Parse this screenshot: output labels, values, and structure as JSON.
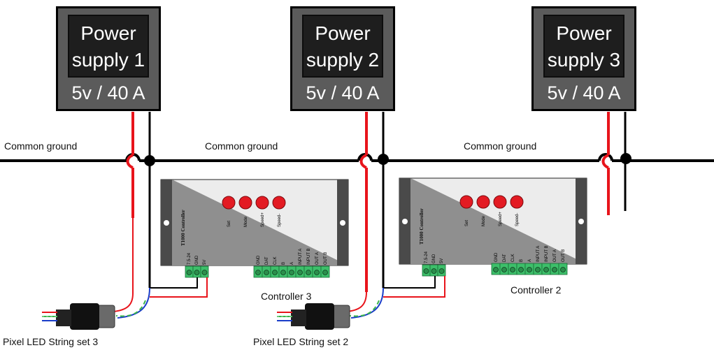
{
  "power_supplies": [
    {
      "line1": "Power",
      "line2": "supply  1",
      "rating": "5v / 40 A"
    },
    {
      "line1": "Power",
      "line2": "supply  2",
      "rating": "5v / 40 A"
    },
    {
      "line1": "Power",
      "line2": "supply  3",
      "rating": "5v / 40 A"
    }
  ],
  "ground_labels": [
    "Common ground",
    "Common ground",
    "Common ground"
  ],
  "controllers": [
    {
      "caption": "Controller 3",
      "title": "T1000 Controller",
      "buttons": [
        "Set",
        "Mode",
        "Speed+",
        "Speed-"
      ],
      "power_pins": [
        "7.5-24",
        "GND",
        "5V"
      ],
      "signal_pins": [
        "GND",
        "DAT",
        "CLK",
        "B",
        "A",
        "INPUT A",
        "INPUT B",
        "OUT A",
        "OUT B"
      ]
    },
    {
      "caption": "Controller 2",
      "title": "T1000 Controller",
      "buttons": [
        "Set",
        "Mode",
        "Speed+",
        "Speed-"
      ],
      "power_pins": [
        "7.5-24",
        "GND",
        "5V"
      ],
      "signal_pins": [
        "GND",
        "DAT",
        "CLK",
        "B",
        "A",
        "INPUT A",
        "INPUT B",
        "OUT A",
        "OUT B"
      ]
    }
  ],
  "led_strings": [
    "Pixel LED String set 3",
    "Pixel LED String set 2"
  ],
  "colors": {
    "wire_positive": "#e8141b",
    "wire_ground": "#000000",
    "wire_data_green": "#3ab54a",
    "wire_data_blue": "#1a3dc9",
    "psu_body": "#5b5b5b",
    "controller_light": "#ececec",
    "controller_dark": "#8f8f8f",
    "terminal": "#3dbf6a",
    "button": "#e31b23"
  }
}
